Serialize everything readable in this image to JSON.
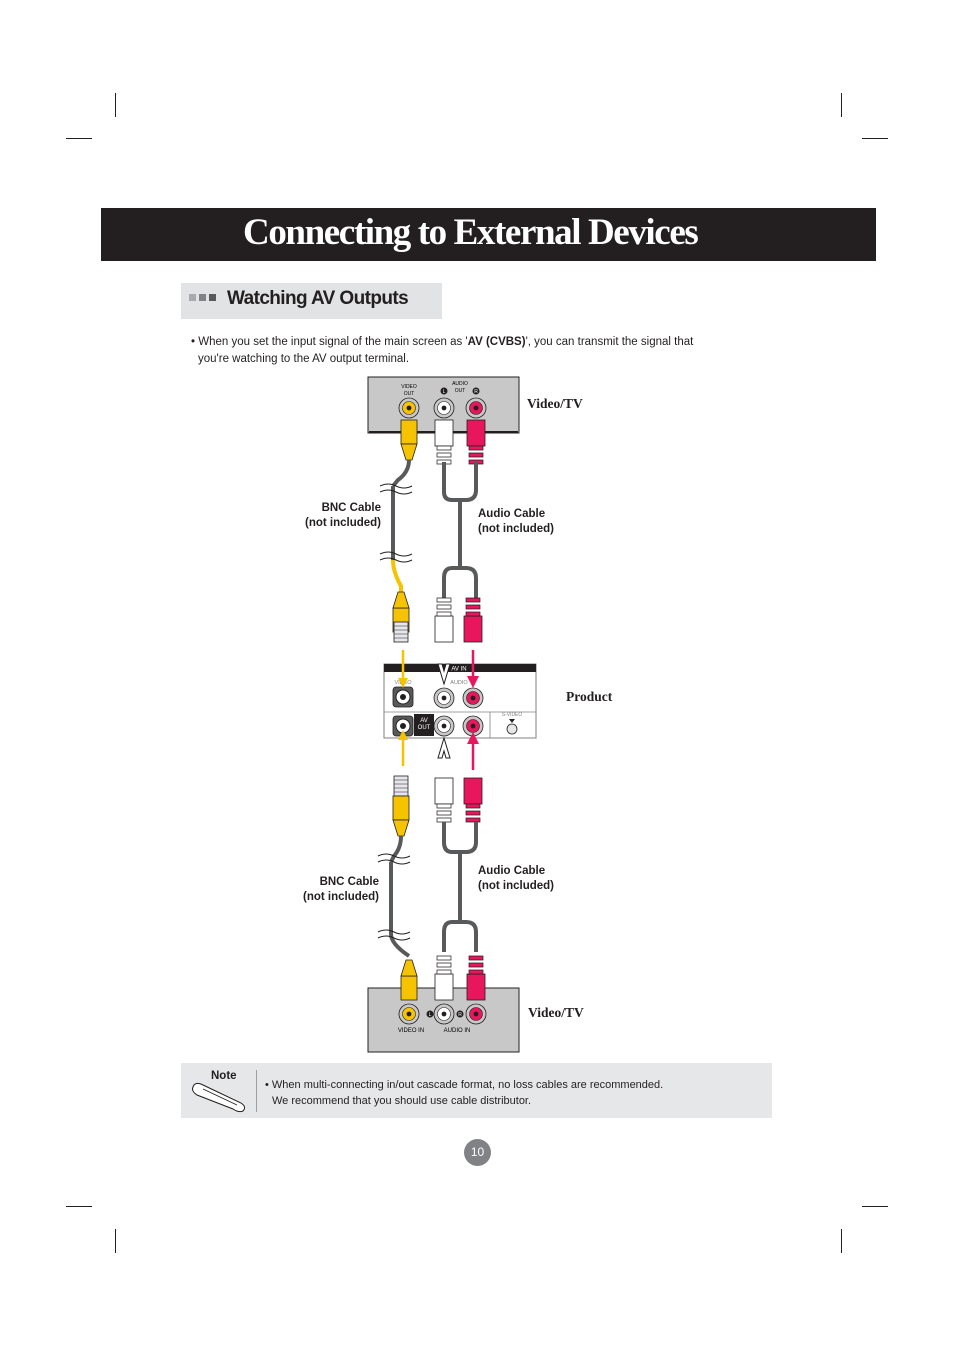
{
  "page": {
    "title": "Connecting to External Devices",
    "section_title": "Watching AV Outputs",
    "intro": {
      "before": "• When you set the input signal of the main screen as '",
      "bold": "AV (CVBS)",
      "after": "', you can transmit the signal that",
      "line2": "you're watching to the AV output terminal."
    },
    "page_number": "10"
  },
  "diagram": {
    "top_device_label": "Video/TV",
    "top_video_out": [
      "VIDEO",
      "OUT"
    ],
    "top_audio_out": [
      "AUDIO",
      "OUT"
    ],
    "top_left_badge": "L",
    "top_right_badge": "R",
    "product_label": "Product",
    "av_in_label": "AV IN",
    "video_label": "VIDEO",
    "audio_label": "AUDIO",
    "av_out_label": [
      "AV",
      "OUT"
    ],
    "svideo_label": "S-VIDEO",
    "bottom_device_label": "Video/TV",
    "bottom_video_in": "VIDEO IN",
    "bottom_audio_in": "AUDIO IN",
    "bottom_left_badge": "L",
    "bottom_right_badge": "R",
    "bnc_cable_top": [
      "BNC Cable",
      "(not included)"
    ],
    "audio_cable_top": [
      "Audio Cable",
      "(not included)"
    ],
    "bnc_cable_bottom": [
      "BNC Cable",
      "(not included)"
    ],
    "audio_cable_bottom": [
      "Audio Cable",
      "(not included)"
    ]
  },
  "note": {
    "label": "Note",
    "line1": "• When multi-connecting in/out cascade format, no loss cables are recommended.",
    "line2": "We recommend that you should use cable distributor."
  },
  "colors": {
    "title_bar": "#231f20",
    "section_bg": "#e2e3e4",
    "note_bg": "#e6e7e8",
    "video_yellow": "#f6c300",
    "audio_red": "#e8175d",
    "cable_gray": "#58595b",
    "page_circle": "#808285"
  }
}
